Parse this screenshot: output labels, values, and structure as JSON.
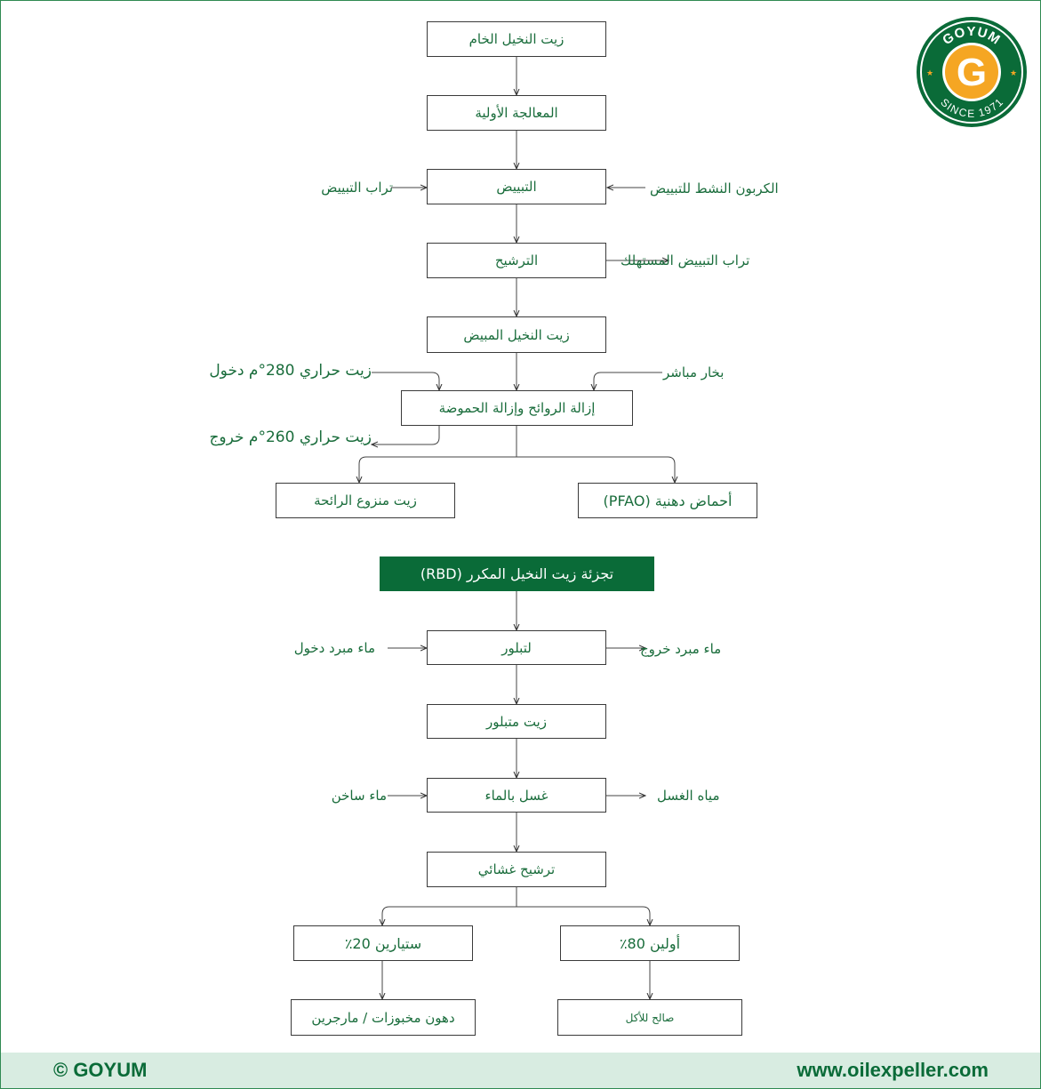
{
  "steps": {
    "crude": "زيت النخيل الخام",
    "pretreat": "المعالجة الأولية",
    "bleach": "التبييض",
    "filter": "الترشيح",
    "bleached_oil": "زيت النخيل المبيض",
    "deodorize": "إزالة الروائح وإزالة الحموضة",
    "deodorized_oil": "زيت منزوع الرائحة",
    "pfad": "أحماض دهنية (PFAO)",
    "fractionation": "تجزئة زيت النخيل المكرر (RBD)",
    "crystallize": "لتبلور",
    "crystallized_oil": "زيت متبلور",
    "wash": "غسل بالماء",
    "membrane": "ترشيح غشائي",
    "stearin": "ستيارين 20٪",
    "olein": "أولين 80٪",
    "bakery": "دهون مخبوزات / مارجرين",
    "edible": "صالح للأكل"
  },
  "inputs": {
    "bleach_earth": "تراب التبييض",
    "activated_carbon": "الكربون النشط للتبييض",
    "spent_earth": "تراب التبييض المستهلك",
    "thermal_in": "زيت حراري 280°م دخول",
    "steam": "بخار مباشر",
    "thermal_out": "زيت حراري 260°م خروج",
    "chilled_in": "ماء مبرد دخول",
    "chilled_out": "ماء مبرد خروج",
    "hot_water": "ماء ساخن",
    "wash_water": "مياه الغسل"
  },
  "footer": {
    "copyright": "© GOYUM",
    "website": "www.oilexpeller.com"
  },
  "logo": {
    "brand": "GOYUM",
    "letter": "G",
    "since": "SINCE 1971"
  },
  "colors": {
    "brand_green": "#0a6b38",
    "text_green": "#1a6d3c",
    "logo_orange": "#f5a623",
    "footer_bg": "#d8ece1"
  }
}
